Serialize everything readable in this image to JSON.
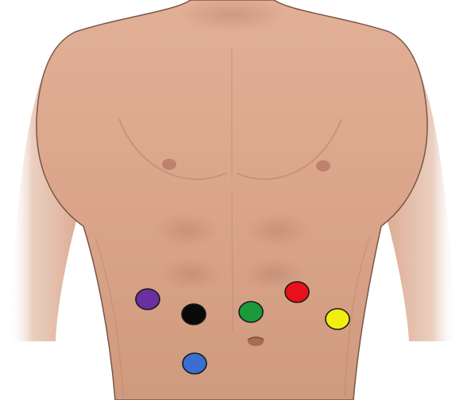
{
  "figure": {
    "subject": "torso-anterior-view",
    "skin_color": "#d9a489",
    "skin_shadow_color": "#c08a70",
    "outline_color": "#6b4a3a",
    "nipple_color": "#b97a66",
    "background_color": "#ffffff"
  },
  "markers": [
    {
      "id": "purple",
      "color": "#6a2fa0"
    },
    {
      "id": "black",
      "color": "#0a0a0a"
    },
    {
      "id": "green",
      "color": "#1a9a3a"
    },
    {
      "id": "red",
      "color": "#e8101a"
    },
    {
      "id": "yellow",
      "color": "#f2ee10"
    },
    {
      "id": "blue",
      "color": "#3a6ed0"
    }
  ]
}
